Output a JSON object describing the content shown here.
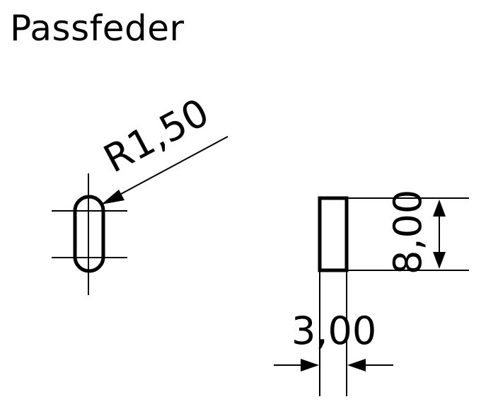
{
  "title": "Passfeder",
  "dimensions": {
    "radius": "R1,50",
    "height": "8,00",
    "width": "3,00"
  }
}
